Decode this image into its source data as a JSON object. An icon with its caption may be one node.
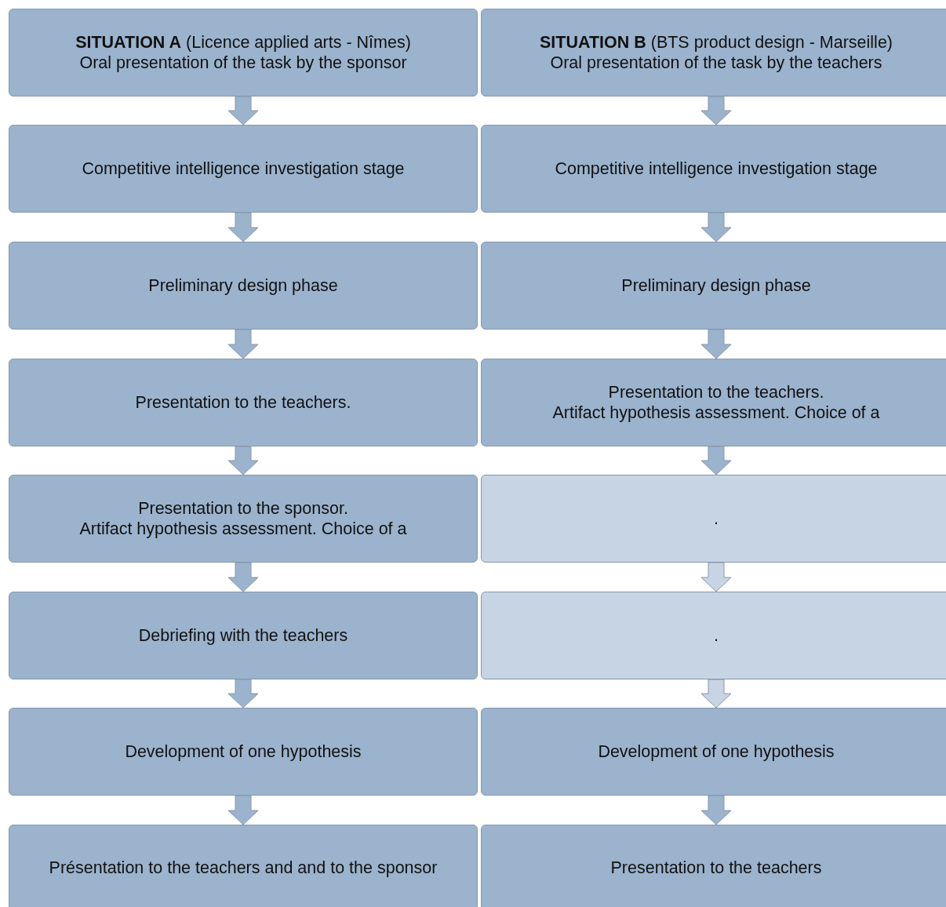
{
  "diagram": {
    "nodes": [
      {
        "text": [
          "**SITUATION A** (Licence applied arts - Nîmes)",
          "Oral presentation of the task by the sponsor"
        ]
      },
      {
        "text": [
          "**SITUATION B** (BTS product design - Marseille)",
          "Oral presentation of the task by the teachers"
        ]
      },
      {
        "text": [
          "Competitive intelligence investigation stage"
        ]
      },
      {
        "text": [
          "Competitive intelligence investigation stage"
        ]
      },
      {
        "text": [
          "Preliminary design phase"
        ]
      },
      {
        "text": [
          "Preliminary design phase"
        ]
      },
      {
        "text": [
          "Presentation to the teachers."
        ]
      },
      {
        "text": [
          "Presentation to the teachers.",
          "Artifact hypothesis assessment. Choice of a"
        ]
      },
      {
        "text": [
          "Presentation to the sponsor.",
          "Artifact hypothesis assessment. Choice of a"
        ]
      },
      {
        "text": [
          "."
        ]
      },
      {
        "text": [
          "Debriefing with the teachers"
        ]
      },
      {
        "text": [
          "."
        ]
      },
      {
        "text": [
          "Development of one hypothesis"
        ]
      },
      {
        "text": [
          "Development of one hypothesis"
        ]
      },
      {
        "text": [
          "Présentation to the teachers and and to the sponsor"
        ]
      },
      {
        "text": [
          "Presentation to the teachers"
        ]
      }
    ],
    "edges": [
      {
        "from": 0,
        "to": 2,
        "arrow": "to"
      },
      {
        "from": 1,
        "to": 3,
        "arrow": "to"
      },
      {
        "from": 2,
        "to": 4,
        "arrow": "to"
      },
      {
        "from": 3,
        "to": 5,
        "arrow": "to"
      },
      {
        "from": 4,
        "to": 6,
        "arrow": "to"
      },
      {
        "from": 5,
        "to": 7,
        "arrow": "to"
      },
      {
        "from": 6,
        "to": 8,
        "arrow": "to"
      },
      {
        "from": 7,
        "to": 9,
        "arrow": "to"
      },
      {
        "from": 8,
        "to": 10,
        "arrow": "to"
      },
      {
        "from": 9,
        "to": 11,
        "arrow": "to",
        "color": "#c7d4e4"
      },
      {
        "from": 10,
        "to": 12,
        "arrow": "to"
      },
      {
        "from": 11,
        "to": 13,
        "arrow": "to",
        "color": "#c7d4e4"
      },
      {
        "from": 12,
        "to": 14,
        "arrow": "to"
      },
      {
        "from": 13,
        "to": 15,
        "arrow": "to"
      }
    ]
  }
}
